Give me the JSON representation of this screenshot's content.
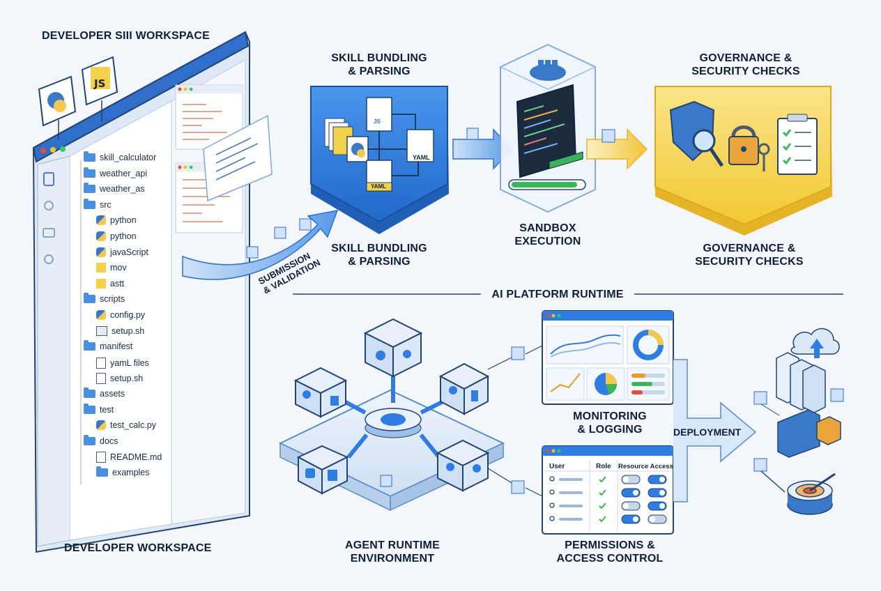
{
  "workspace": {
    "top_title": "DEVELOPER SIII WORKSPACE",
    "bottom_title": "DEVELOPER WORKSPACE",
    "badge_js": "JS",
    "tree": [
      {
        "label": "skill_calculator",
        "icon": "folder-icon",
        "indent": 0
      },
      {
        "label": "weather_api",
        "icon": "folder-icon",
        "indent": 0
      },
      {
        "label": "weather_as",
        "icon": "folder-icon",
        "indent": 0
      },
      {
        "label": "src",
        "icon": "folder-icon",
        "indent": 0
      },
      {
        "label": "python",
        "icon": "python-icon",
        "indent": 1
      },
      {
        "label": "python",
        "icon": "python-icon",
        "indent": 1
      },
      {
        "label": "javaScript",
        "icon": "python-icon",
        "indent": 1
      },
      {
        "label": "mov",
        "icon": "js-icon",
        "indent": 1
      },
      {
        "label": "astt",
        "icon": "js-icon",
        "indent": 1
      },
      {
        "label": "scripts",
        "icon": "folder-icon",
        "indent": 0
      },
      {
        "label": "config.py",
        "icon": "python-icon",
        "indent": 1
      },
      {
        "label": "setup.sh",
        "icon": "terminal-icon",
        "indent": 1
      },
      {
        "label": "manifest",
        "icon": "folder-icon",
        "indent": 0
      },
      {
        "label": "yamL files",
        "icon": "file-icon",
        "indent": 1
      },
      {
        "label": "setup.sh",
        "icon": "file-icon",
        "indent": 1
      },
      {
        "label": "assets",
        "icon": "folder-icon",
        "indent": 0
      },
      {
        "label": "test",
        "icon": "folder-icon",
        "indent": 0
      },
      {
        "label": "test_calc.py",
        "icon": "python-icon",
        "indent": 1
      },
      {
        "label": "docs",
        "icon": "folder-icon",
        "indent": 0
      },
      {
        "label": "README.md",
        "icon": "file-icon",
        "indent": 1
      },
      {
        "label": "examples",
        "icon": "folder-icon",
        "indent": 1
      }
    ]
  },
  "flow": {
    "submission_label_1": "SUBMISSION",
    "submission_label_2": "& VALIDATION",
    "bundling_title": "SKILL BUNDLING\n& PARSING",
    "bundling_caption": "SKILL BUNDLING\n& PARSING",
    "bundling_file_js": "JS",
    "bundling_file_yaml_1": "YAML",
    "bundling_file_yaml_2": "YAML",
    "sandbox_caption": "SANDBOX\nEXECUTION",
    "governance_title": "GOVERNANCE &\nSECURITY CHECKS",
    "governance_caption": "GOVERNANCE &\nSECURITY CHECKS"
  },
  "runtime": {
    "section_title": "AI PLATFORM RUNTIME",
    "agent_caption": "AGENT RUNTIME\nENVIRONMENT",
    "monitoring_caption": "MONITORING\n& LOGGING",
    "permissions_caption": "PERMISSIONS &\nACCESS CONTROL",
    "deployment_label": "DEPLOYMENT",
    "permissions_table": {
      "headers": [
        "User",
        "Role",
        "Resource Access"
      ],
      "rows": 4
    }
  },
  "colors": {
    "accent_blue": "#2f7de1",
    "light_blue": "#d8e8fb",
    "gold": "#f6d659",
    "gold_dark": "#e6b428"
  }
}
